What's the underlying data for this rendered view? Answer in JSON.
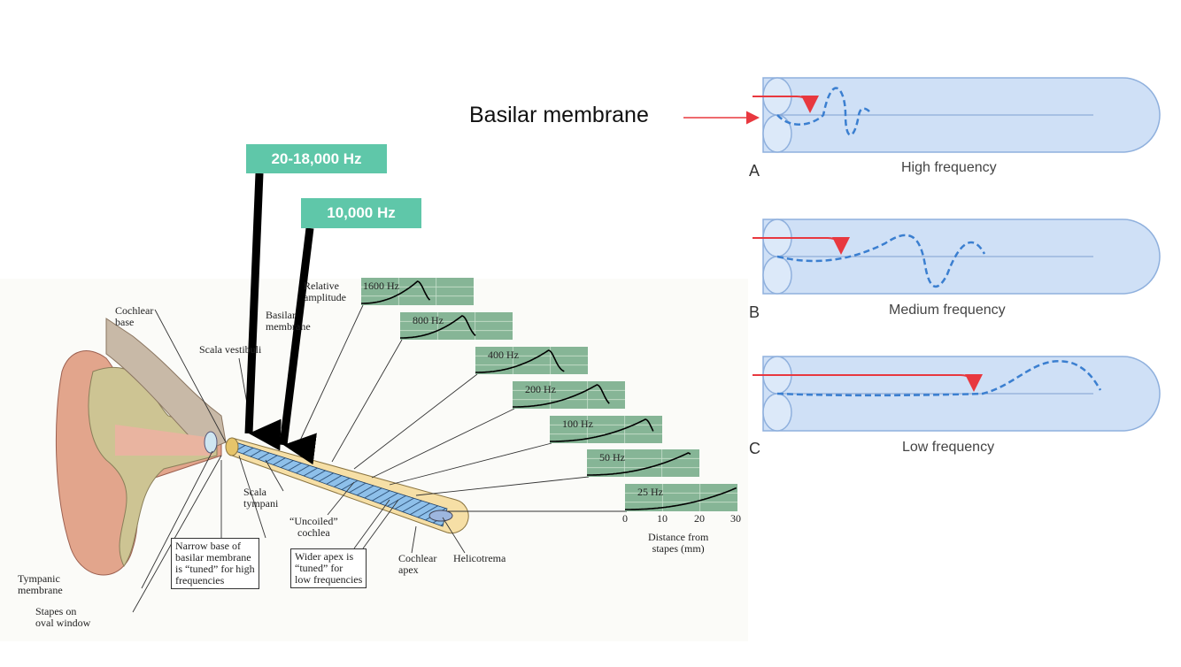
{
  "slide": {
    "basilar_title": "Basilar membrane",
    "freq_tags": [
      "20-18,000 Hz",
      "10,000 Hz"
    ],
    "accent_color": "#5fc7a9"
  },
  "figure_left": {
    "labels": {
      "cochlear_base": [
        "Cochlear",
        "base"
      ],
      "scala_vestibuli": "Scala vestibuli",
      "basilar_membrane": [
        "Basilar",
        "membrane"
      ],
      "relative_amplitude": [
        "Relative",
        "amplitude"
      ],
      "scala_tympani": [
        "Scala",
        "tympani"
      ],
      "uncoiled_cochlea": [
        "“Uncoiled”",
        "cochlea"
      ],
      "tympanic_membrane": [
        "Tympanic",
        "membrane"
      ],
      "stapes": [
        "Stapes on",
        "oval window"
      ],
      "cochlear_apex": [
        "Cochlear",
        "apex"
      ],
      "helicotrema": "Helicotrema"
    },
    "callouts": {
      "narrow_base": [
        "Narrow base of",
        "basilar membrane",
        "is “tuned” for high",
        "frequencies"
      ],
      "wider_apex": [
        "Wider apex is",
        "“tuned” for",
        "low frequencies"
      ]
    },
    "panels": [
      "1600 Hz",
      "800 Hz",
      "400 Hz",
      "200 Hz",
      "100 Hz",
      "50 Hz",
      "25 Hz"
    ],
    "axis_ticks": [
      "0",
      "10",
      "20",
      "30"
    ],
    "axis_label": [
      "Distance from",
      "stapes (mm)"
    ],
    "panel_color": "#86b596"
  },
  "figure_right": {
    "panels": [
      {
        "letter": "A",
        "caption": "High frequency"
      },
      {
        "letter": "B",
        "caption": "Medium frequency"
      },
      {
        "letter": "C",
        "caption": "Low frequency"
      }
    ],
    "tube_color": "#cfe0f6",
    "wave_color": "#3b7fd0",
    "arrow_color": "#e8383f"
  }
}
